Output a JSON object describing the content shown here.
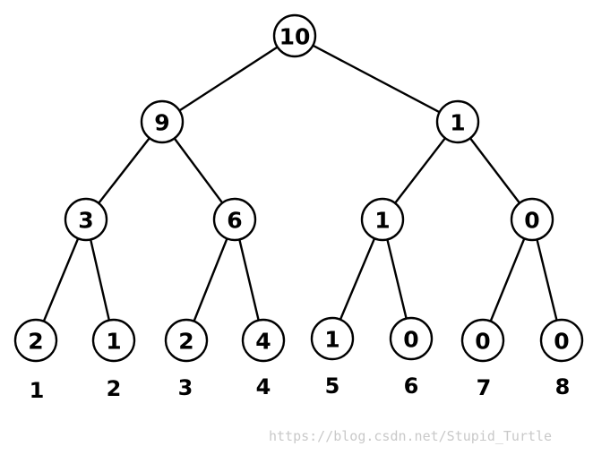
{
  "tree": {
    "nodes": [
      {
        "id": "n1",
        "value": "10",
        "parent": null
      },
      {
        "id": "n2",
        "value": "9",
        "parent": "n1"
      },
      {
        "id": "n3",
        "value": "1",
        "parent": "n1"
      },
      {
        "id": "n4",
        "value": "3",
        "parent": "n2"
      },
      {
        "id": "n5",
        "value": "6",
        "parent": "n2"
      },
      {
        "id": "n6",
        "value": "1",
        "parent": "n3"
      },
      {
        "id": "n7",
        "value": "0",
        "parent": "n3"
      },
      {
        "id": "n8",
        "value": "2",
        "parent": "n4"
      },
      {
        "id": "n9",
        "value": "1",
        "parent": "n4"
      },
      {
        "id": "n10",
        "value": "2",
        "parent": "n5"
      },
      {
        "id": "n11",
        "value": "4",
        "parent": "n5"
      },
      {
        "id": "n12",
        "value": "1",
        "parent": "n6"
      },
      {
        "id": "n13",
        "value": "0",
        "parent": "n6"
      },
      {
        "id": "n14",
        "value": "0",
        "parent": "n7"
      },
      {
        "id": "n15",
        "value": "0",
        "parent": "n7"
      }
    ],
    "leaf_indices": [
      "1",
      "2",
      "3",
      "4",
      "5",
      "6",
      "7",
      "8"
    ]
  },
  "watermark": "https://blog.csdn.net/Stupid_Turtle"
}
